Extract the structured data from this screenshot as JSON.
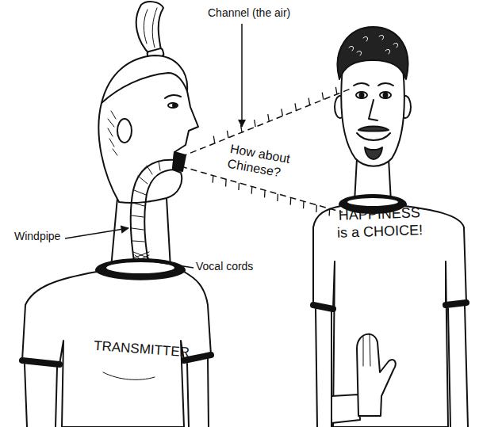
{
  "diagram": {
    "labels": [
      "Channel (the air)",
      "Windpipe",
      "Vocal cords",
      "How about Chinese?",
      "TRANSMITTER",
      "HAPPINESS is a CHOICE!"
    ]
  }
}
